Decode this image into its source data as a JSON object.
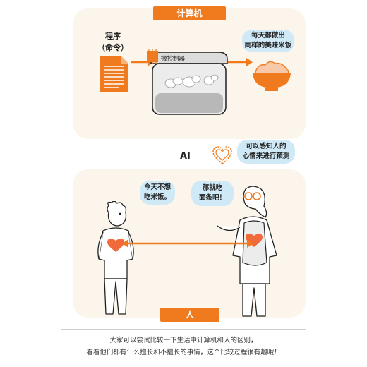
{
  "computer": {
    "tag": "计算机",
    "program_label_line1": "程序",
    "program_label_line2": "（命令）",
    "microcontroller_label": "微控制器",
    "bubble_line1": "每天都做出",
    "bubble_line2": "同样的美味米饭"
  },
  "ai": {
    "label": "AI",
    "bubble_line1": "可以感知人的",
    "bubble_line2": "心情来进行预测"
  },
  "human": {
    "tag": "人",
    "boy_bubble_line1": "今天不想",
    "boy_bubble_line2": "吃米饭。",
    "woman_bubble_line1": "那就吃",
    "woman_bubble_line2": "面条吧！"
  },
  "caption": {
    "line1": "大家可以尝试比较一下生活中计算机和人的区别，",
    "line2": "看看他们都有什么擅长和不擅长的事情，这个比较过程很有趣哦！"
  },
  "colors": {
    "accent": "#f07a1e",
    "panel": "#fbf5ec",
    "bubble": "#cfe9f7",
    "heart": "#f06a3c"
  }
}
